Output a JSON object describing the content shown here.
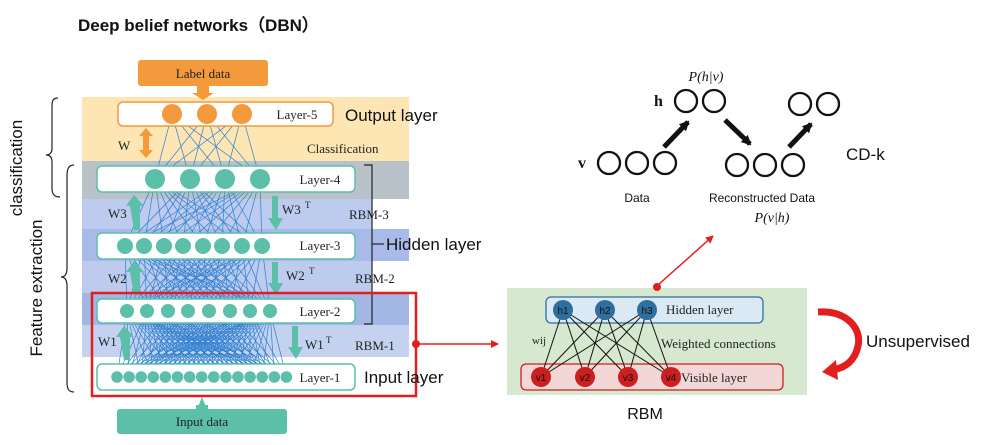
{
  "title": "Deep belief networks（DBN）",
  "dbn": {
    "label_data": "Label data",
    "input_data": "Input data",
    "layers": [
      "Layer-5",
      "Layer-4",
      "Layer-3",
      "Layer-2",
      "Layer-1"
    ],
    "output_layer": "Output layer",
    "classification_band": "Classification",
    "hidden_layer": "Hidden layer",
    "input_layer": "Input layer",
    "rbm": [
      "RBM-3",
      "RBM-2",
      "RBM-1"
    ],
    "weights": {
      "w": "W",
      "w3": "W3",
      "w3t": "W3",
      "w2": "W2",
      "w2t": "W2",
      "w1": "W1",
      "w1t": "W1",
      "t": "T"
    },
    "side_classification": "classification",
    "side_feature": "Feature extraction"
  },
  "rbm_box": {
    "hidden_units": [
      "h1",
      "h2",
      "h3"
    ],
    "visible_units": [
      "v1",
      "v2",
      "v3",
      "v4"
    ],
    "hidden_label": "Hidden  layer",
    "visible_label": "Visible  layer",
    "weighted": "Weighted connections",
    "wij": "wij",
    "caption": "RBM",
    "unsupervised": "Unsupervised"
  },
  "cdk": {
    "p_hv": "P(h|v)",
    "p_vh": "P(v|h)",
    "h": "h",
    "v": "v",
    "data": "Data",
    "reconstructed": "Reconstructed Data",
    "label": "CD-k"
  },
  "colors": {
    "orange": "#f29a3c",
    "teal": "#5bbfa9",
    "band_yellow": "#fde6b4",
    "band_blue": "#b8c9ec",
    "band_darkblue": "#a3b7e6",
    "red": "#e31e1e",
    "green_panel": "#d6e8cf",
    "hidden_unit": "#2f6f9e",
    "visible_unit": "#cc1f1f"
  }
}
